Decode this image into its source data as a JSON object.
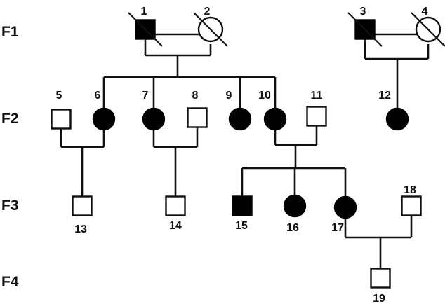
{
  "generations": [
    {
      "key": "F1",
      "label": "F1"
    },
    {
      "key": "F2",
      "label": "F2"
    },
    {
      "key": "F3",
      "label": "F3"
    },
    {
      "key": "F4",
      "label": "F4"
    }
  ],
  "individuals": [
    {
      "id": "1",
      "label": "1",
      "sex": "male",
      "affected": true,
      "deceased": true
    },
    {
      "id": "2",
      "label": "2",
      "sex": "female",
      "affected": false,
      "deceased": true
    },
    {
      "id": "3",
      "label": "3",
      "sex": "male",
      "affected": true,
      "deceased": true
    },
    {
      "id": "4",
      "label": "4",
      "sex": "female",
      "affected": false,
      "deceased": true
    },
    {
      "id": "5",
      "label": "5",
      "sex": "male",
      "affected": false,
      "deceased": false
    },
    {
      "id": "6",
      "label": "6",
      "sex": "female",
      "affected": true,
      "deceased": false
    },
    {
      "id": "7",
      "label": "7",
      "sex": "female",
      "affected": true,
      "deceased": false
    },
    {
      "id": "8",
      "label": "8",
      "sex": "male",
      "affected": false,
      "deceased": false
    },
    {
      "id": "9",
      "label": "9",
      "sex": "female",
      "affected": true,
      "deceased": false
    },
    {
      "id": "10",
      "label": "10",
      "sex": "female",
      "affected": true,
      "deceased": false
    },
    {
      "id": "11",
      "label": "11",
      "sex": "male",
      "affected": false,
      "deceased": false
    },
    {
      "id": "12",
      "label": "12",
      "sex": "female",
      "affected": true,
      "deceased": false
    },
    {
      "id": "13",
      "label": "13",
      "sex": "male",
      "affected": false,
      "deceased": false
    },
    {
      "id": "14",
      "label": "14",
      "sex": "male",
      "affected": false,
      "deceased": false
    },
    {
      "id": "15",
      "label": "15",
      "sex": "male",
      "affected": true,
      "deceased": false
    },
    {
      "id": "16",
      "label": "16",
      "sex": "female",
      "affected": true,
      "deceased": false
    },
    {
      "id": "17",
      "label": "17",
      "sex": "female",
      "affected": true,
      "deceased": false
    },
    {
      "id": "18",
      "label": "18",
      "sex": "male",
      "affected": false,
      "deceased": false
    },
    {
      "id": "19",
      "label": "19",
      "sex": "male",
      "affected": false,
      "deceased": false
    }
  ],
  "colors": {
    "affected": "#000000",
    "unaffected": "#ffffff",
    "line": "#111111"
  }
}
